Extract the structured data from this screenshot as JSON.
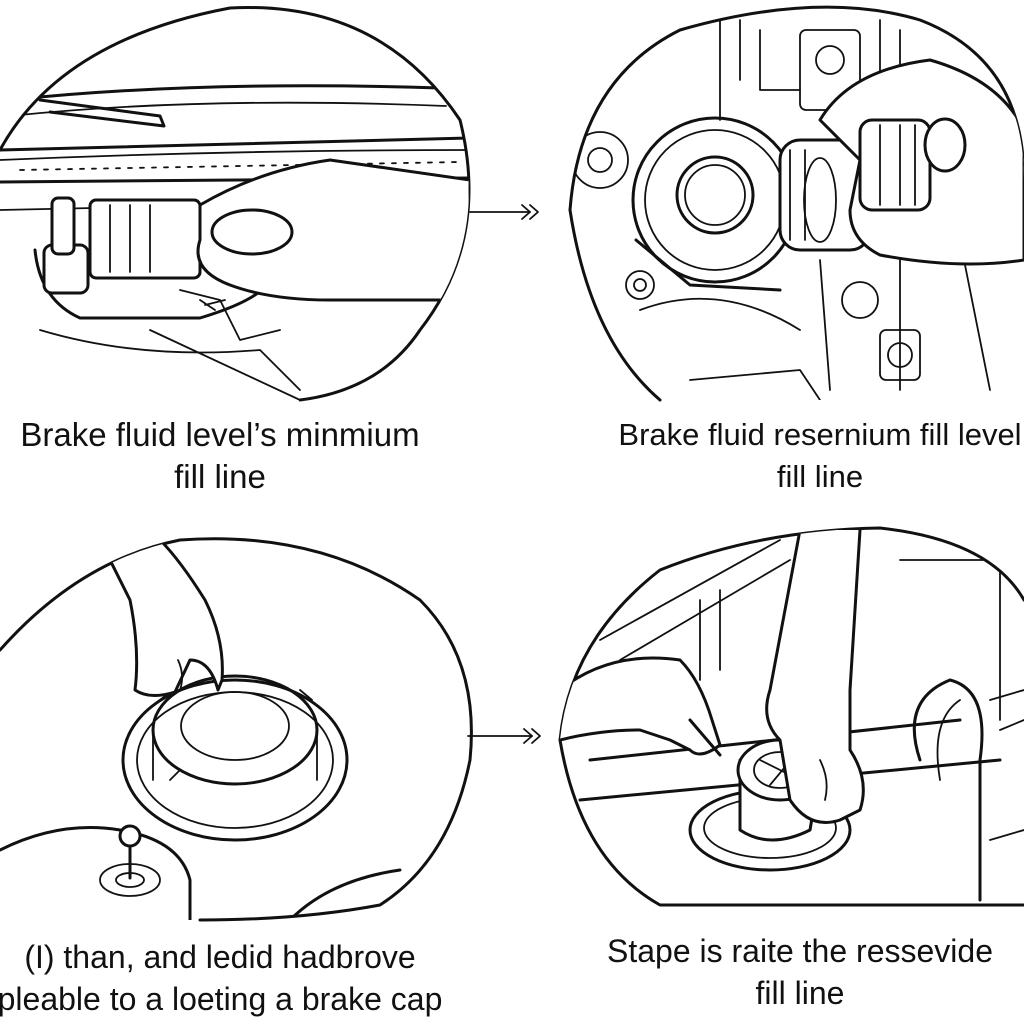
{
  "panels": [
    {
      "caption_lines": [
        "Brake  fluid  level’s minmium",
        "fill line"
      ]
    },
    {
      "caption_lines": [
        "Brake fluid resernium fill level",
        "fill line"
      ]
    },
    {
      "caption_lines": [
        "(I) than, and ledid hadbrove",
        "pleable to a loeting a brake cap"
      ]
    },
    {
      "caption_lines": [
        "Stape is raite the ressevide",
        "fill line"
      ]
    }
  ],
  "colors": {
    "line": "#111111",
    "background": "#ffffff"
  }
}
